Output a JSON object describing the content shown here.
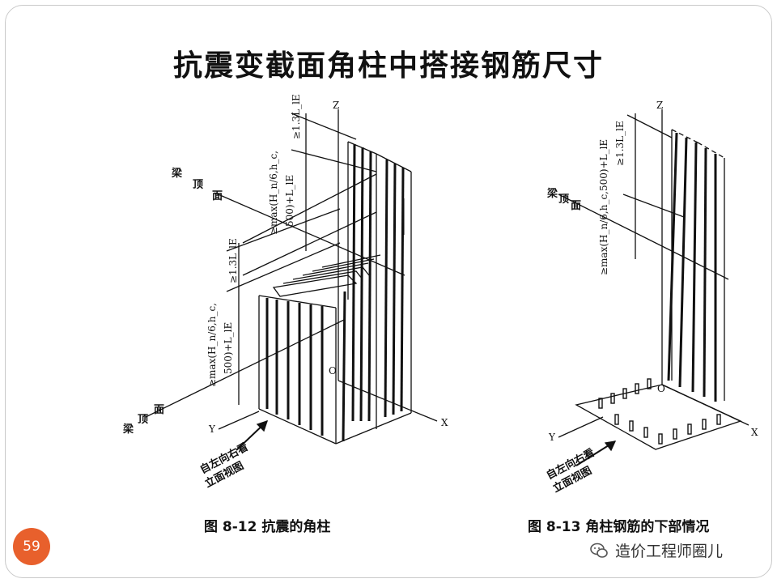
{
  "slide": {
    "title": "抗震变截面角柱中搭接钢筋尺寸",
    "page_number": "59",
    "watermark": "造价工程师圈儿",
    "accent_color": "#e8602c"
  },
  "figure_left": {
    "caption": "图 8-12   抗震的角柱",
    "axis_z": "Z",
    "axis_x": "X",
    "axis_y": "Y",
    "origin": "O",
    "beam_top_upper": [
      "梁",
      "顶",
      "面"
    ],
    "beam_top_lower": [
      "梁",
      "顶",
      "面"
    ],
    "dim_lap_upper": "≥1.3L_lE",
    "dim_max_upper_1": "≥max(H_n/6,h_c,",
    "dim_max_upper_2": "500)+L_lE",
    "dim_lap_lower": "≥1.3L_lE",
    "dim_max_lower_1": "≥max(H_n/6,h_c,",
    "dim_max_lower_2": "500)+L_lE",
    "view_note_1": "自左向右看",
    "view_note_2": "立面视图"
  },
  "figure_right": {
    "caption": "图 8-13   角柱钢筋的下部情况",
    "axis_z": "Z",
    "axis_x": "X",
    "axis_y": "Y",
    "origin": "O",
    "beam_top": [
      "梁",
      "顶",
      "面"
    ],
    "dim_lap": "≥1.3L_lE",
    "dim_max": "≥max(H_n/6,h_c,500)+L_lE",
    "view_note_1": "自左向右看",
    "view_note_2": "立面视图"
  }
}
